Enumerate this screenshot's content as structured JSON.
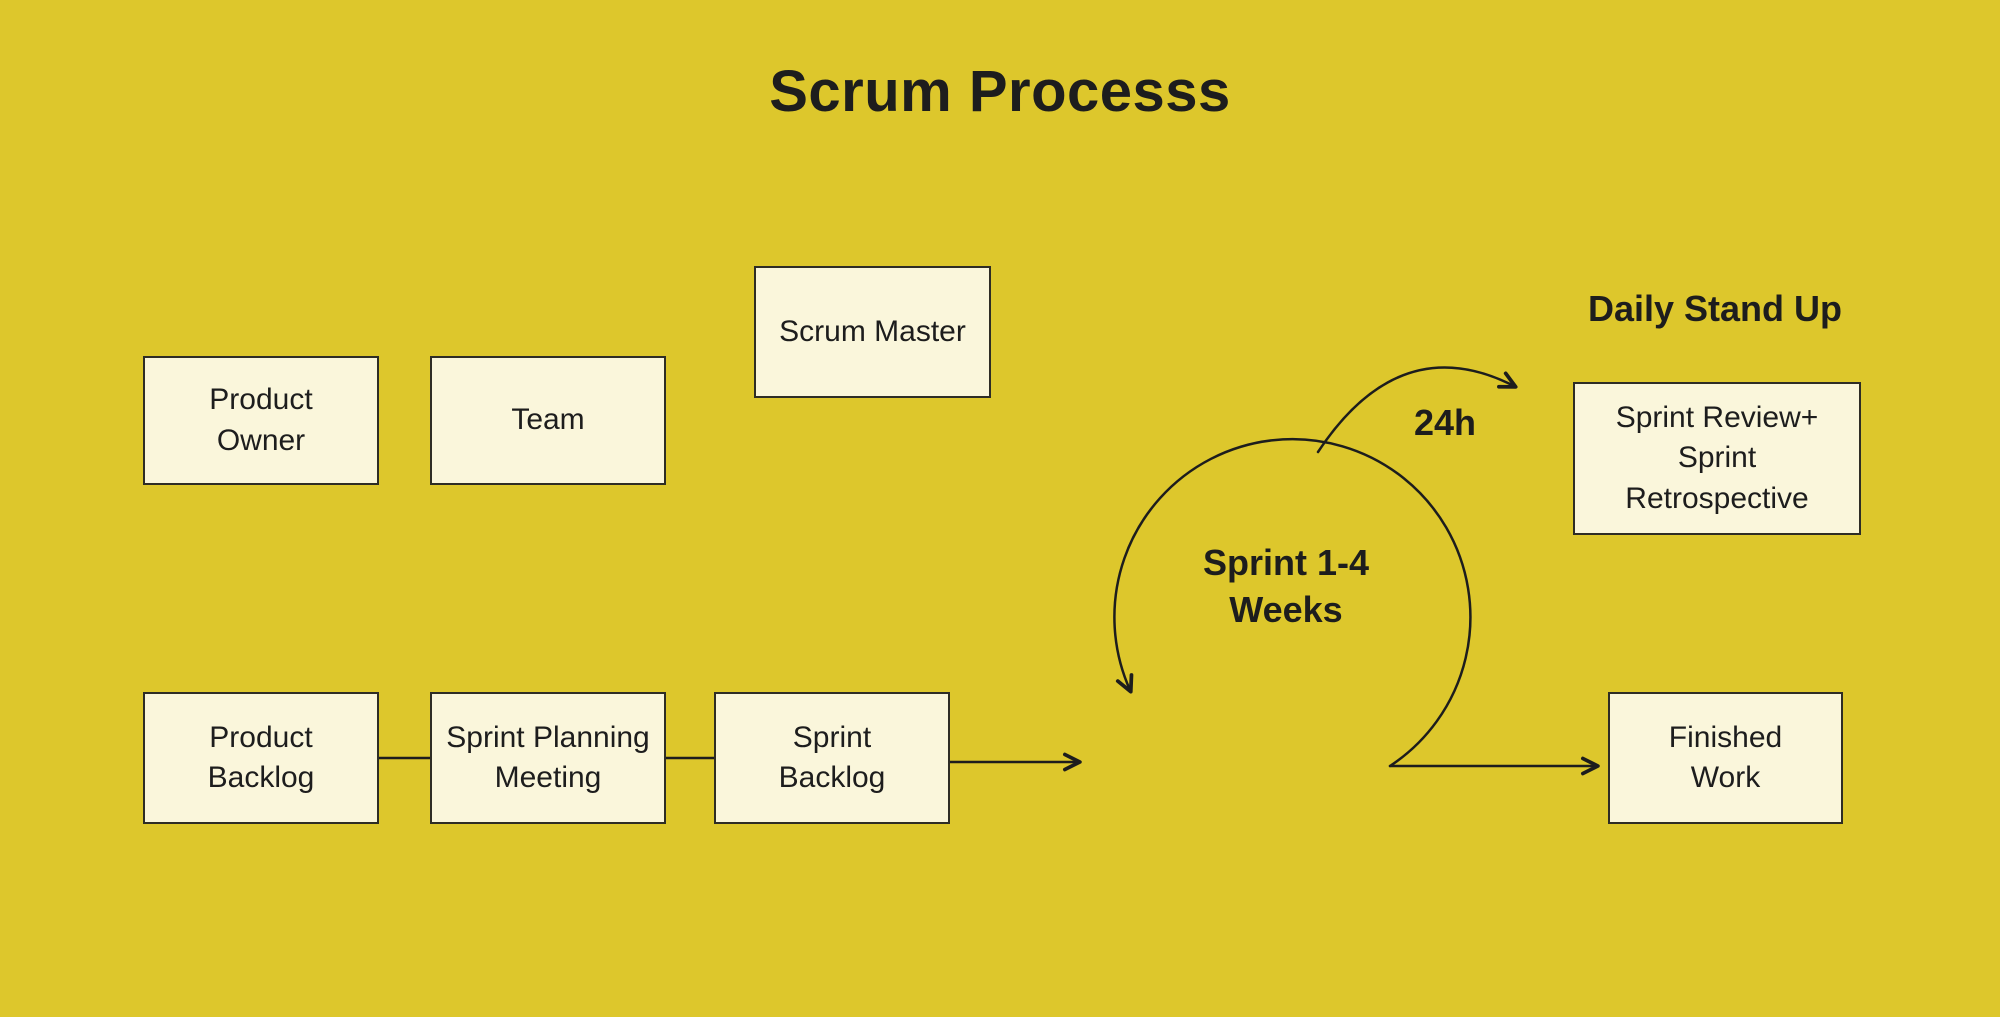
{
  "title": "Scrum Processs",
  "colors": {
    "background": "#ddc72c",
    "box_fill": "#faf6db",
    "box_border": "#2e2d25",
    "text": "#1d1d1d"
  },
  "boxes": [
    {
      "id": "product-owner",
      "label": "Product\nOwner"
    },
    {
      "id": "team",
      "label": "Team"
    },
    {
      "id": "scrum-master",
      "label": "Scrum Master"
    },
    {
      "id": "sprint-review",
      "label": "Sprint Review+\nSprint\nRetrospective"
    },
    {
      "id": "product-backlog",
      "label": "Product\nBacklog"
    },
    {
      "id": "sprint-planning",
      "label": "Sprint Planning\nMeeting"
    },
    {
      "id": "sprint-backlog",
      "label": "Sprint\nBacklog"
    },
    {
      "id": "finished-work",
      "label": "Finished\nWork"
    }
  ],
  "labels": {
    "daily_stand_up": "Daily Stand Up",
    "sprint_duration": "Sprint 1-4\nWeeks",
    "cycle_time": "24h"
  }
}
